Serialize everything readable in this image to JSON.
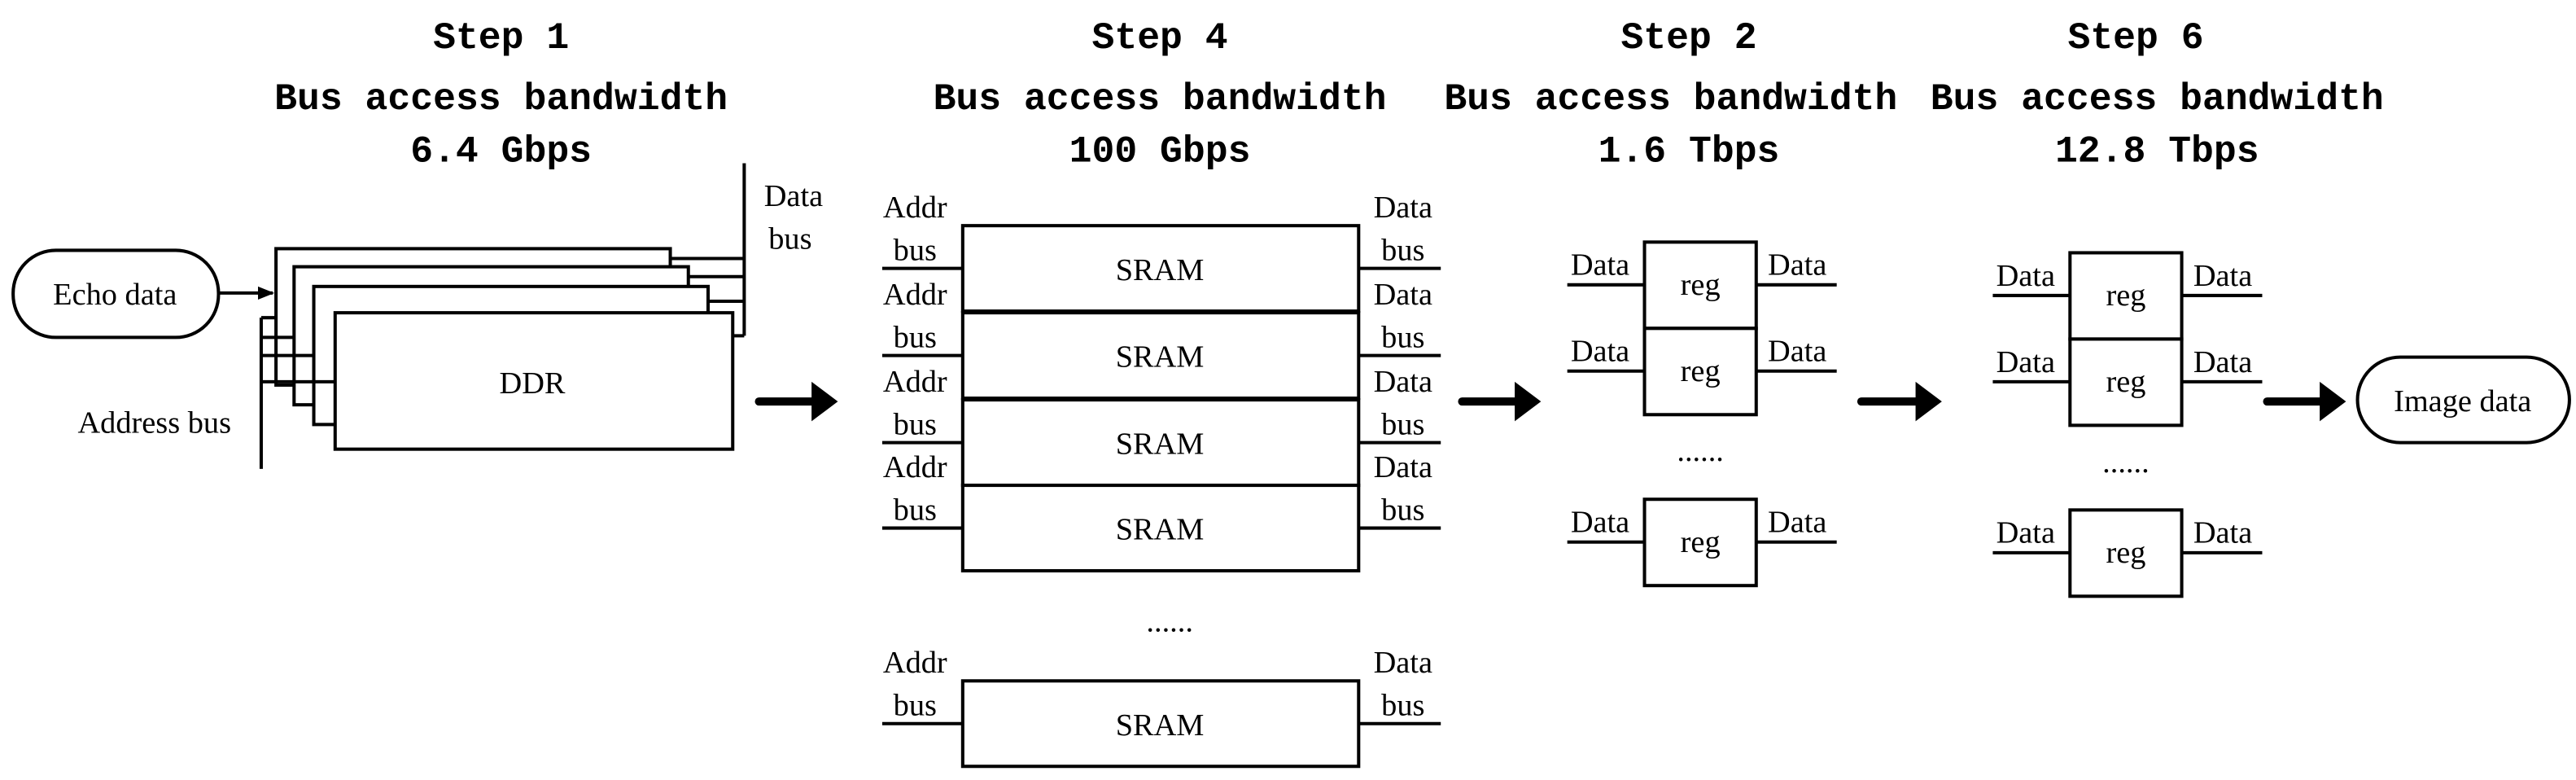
{
  "stages": [
    {
      "step": "Step 1",
      "title": "Bus access bandwidth",
      "bandwidth": "6.4 Gbps"
    },
    {
      "step": "Step 4",
      "title": "Bus access bandwidth",
      "bandwidth": "100 Gbps"
    },
    {
      "step": "Step 2",
      "title": "Bus access bandwidth",
      "bandwidth": "1.6 Tbps"
    },
    {
      "step": "Step 6",
      "title": "Bus access bandwidth",
      "bandwidth": "12.8 Tbps"
    }
  ],
  "input_node": "Echo data",
  "output_node": "Image data",
  "ddr": {
    "label": "DDR",
    "data_bus_line1": "Data",
    "data_bus_line2": "bus",
    "address_bus": "Address bus"
  },
  "sram": {
    "label": "SRAM",
    "addr_line1": "Addr",
    "addr_line2": "bus",
    "data_line1": "Data",
    "data_line2": "bus",
    "ellipsis": "......"
  },
  "reg": {
    "label": "reg",
    "in_label": "Data",
    "out_label": "Data",
    "ellipsis": "......"
  }
}
